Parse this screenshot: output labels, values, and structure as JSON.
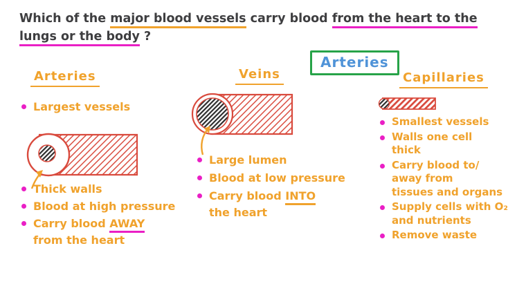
{
  "question": {
    "lines": [
      [
        {
          "t": "Which of the ",
          "s": "plain"
        },
        {
          "t": "major blood vessels",
          "s": "underline-orange"
        },
        {
          "t": " carry blood ",
          "s": "plain"
        },
        {
          "t": "from the heart to the",
          "s": "underline-magenta"
        }
      ],
      [
        {
          "t": "lungs or the body",
          "s": "underline-magenta"
        },
        {
          "t": " ?",
          "s": "plain"
        }
      ]
    ]
  },
  "answer_box": {
    "label": "Arteries",
    "border_color": "#27a348",
    "text_color": "#4f93d8"
  },
  "columns": [
    {
      "id": "arteries",
      "header": "Arteries",
      "diagram": "artery-cross-section",
      "top_bullets": [
        {
          "lines": [
            [
              {
                "t": "Largest vessels",
                "s": "plain"
              }
            ]
          ]
        }
      ],
      "bottom_bullets": [
        {
          "lines": [
            [
              {
                "t": "Thick walls",
                "s": "plain"
              }
            ]
          ]
        },
        {
          "lines": [
            [
              {
                "t": "Blood at high pressure",
                "s": "plain"
              }
            ]
          ]
        },
        {
          "lines": [
            [
              {
                "t": "Carry blood ",
                "s": "plain"
              },
              {
                "t": "AWAY",
                "s": "underline-magenta"
              }
            ],
            [
              {
                "t": "from the heart",
                "s": "plain"
              }
            ]
          ]
        }
      ]
    },
    {
      "id": "veins",
      "header": "Veins",
      "diagram": "vein-cross-section",
      "top_bullets": [],
      "bottom_bullets": [
        {
          "lines": [
            [
              {
                "t": "Large lumen",
                "s": "plain"
              }
            ]
          ]
        },
        {
          "lines": [
            [
              {
                "t": "Blood at low pressure",
                "s": "plain"
              }
            ]
          ]
        },
        {
          "lines": [
            [
              {
                "t": "Carry blood ",
                "s": "plain"
              },
              {
                "t": "INTO",
                "s": "underline-orange"
              }
            ],
            [
              {
                "t": "the heart",
                "s": "plain"
              }
            ]
          ]
        }
      ]
    },
    {
      "id": "capillaries",
      "header": "Capillaries",
      "diagram": "capillary-vessel",
      "top_bullets": [],
      "bottom_bullets": [
        {
          "lines": [
            [
              {
                "t": "Smallest vessels",
                "s": "plain"
              }
            ]
          ]
        },
        {
          "lines": [
            [
              {
                "t": "Walls one cell",
                "s": "plain"
              }
            ],
            [
              {
                "t": "thick",
                "s": "plain"
              }
            ]
          ]
        },
        {
          "lines": [
            [
              {
                "t": "Carry blood to/",
                "s": "plain"
              }
            ],
            [
              {
                "t": "away from",
                "s": "plain"
              }
            ],
            [
              {
                "t": "tissues and organs",
                "s": "plain"
              }
            ]
          ]
        },
        {
          "lines": [
            [
              {
                "t": "Supply cells with O₂",
                "s": "plain"
              }
            ],
            [
              {
                "t": "and nutrients",
                "s": "plain"
              }
            ]
          ]
        },
        {
          "lines": [
            [
              {
                "t": "Remove waste",
                "s": "plain"
              }
            ]
          ]
        }
      ]
    }
  ],
  "colors": {
    "text_orange": "#f0a22c",
    "accent_magenta": "#ea1fc5",
    "drawing_red": "#d94a3d",
    "question_ink": "#3e3e40",
    "answer_green": "#27a348",
    "answer_blue": "#4f93d8",
    "lumen_dark": "#2d2d2d"
  }
}
